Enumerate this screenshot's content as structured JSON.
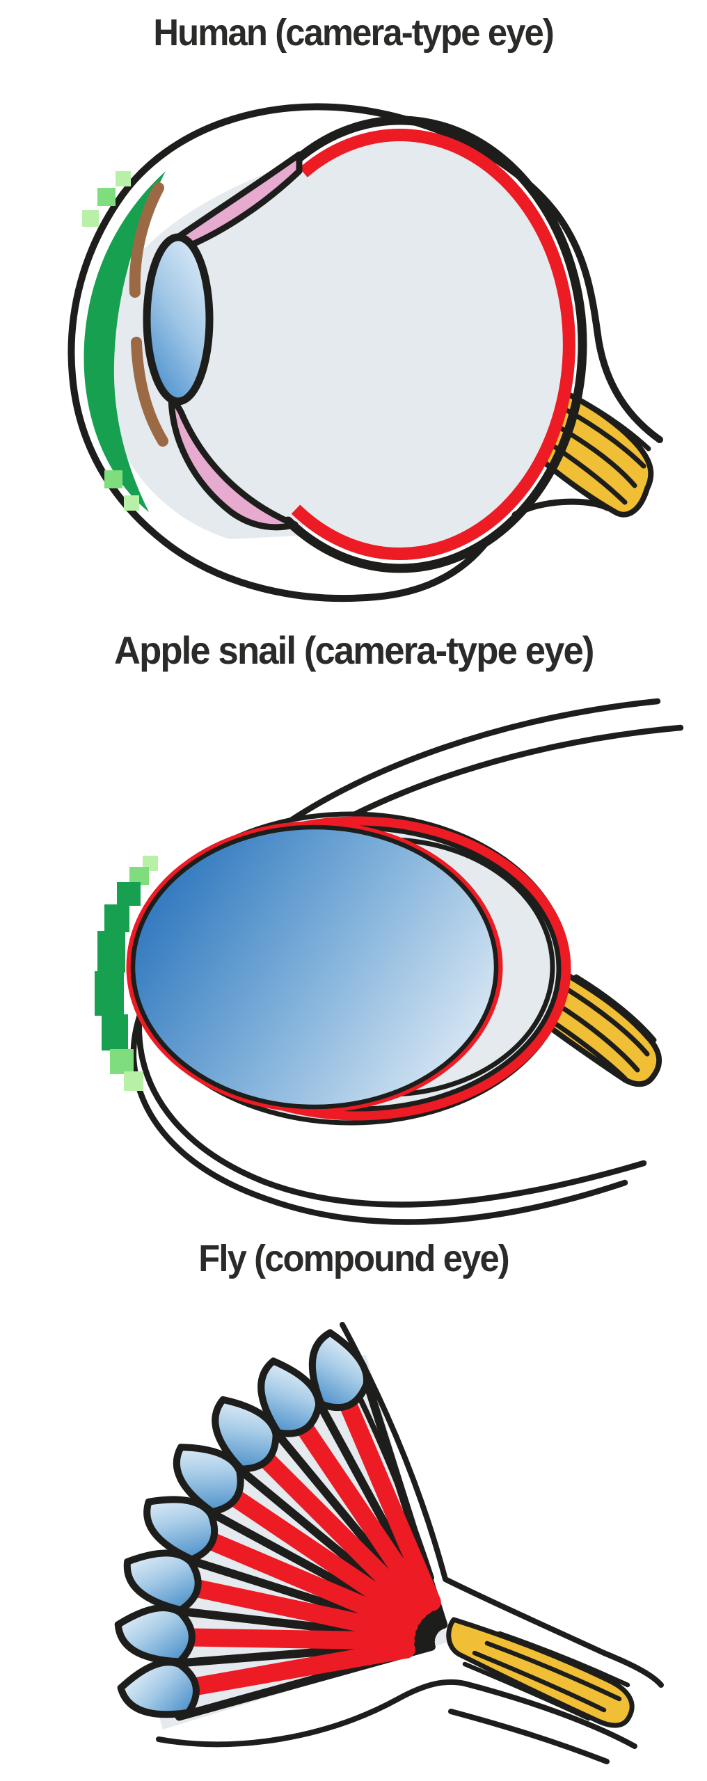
{
  "figure": {
    "panels": [
      {
        "id": "human",
        "title": "Human (camera-type eye)",
        "eye_type": "camera-type"
      },
      {
        "id": "apple_snail",
        "title": "Apple snail (camera-type eye)",
        "eye_type": "camera-type"
      },
      {
        "id": "fly",
        "title": "Fly (compound eye)",
        "eye_type": "compound"
      }
    ]
  },
  "colors": {
    "bg": "#ffffff",
    "title": "#2a2a28",
    "ink": "#1d1d1b",
    "red": "#ec1b24",
    "yellow": "#f0bf35",
    "fill": "#e5eaef",
    "green": "#17a04f",
    "green-light": "#7fdd7d",
    "green-lighter": "#b9f0a8",
    "pink": "#e7abd0",
    "brown": "#9b6a45",
    "lens-dark": "#4a90cd",
    "lens-mid": "#9fc6e6",
    "lens-light": "#dcebf6",
    "snail-lens-dark": "#2a74bc",
    "snail-lens-mid": "#7fb0da",
    "snail-lens-light": "#ddeaf5",
    "dome-dark": "#4e92cb",
    "dome-mid": "#a9cde8",
    "dome-light": "#f3f8fc"
  }
}
